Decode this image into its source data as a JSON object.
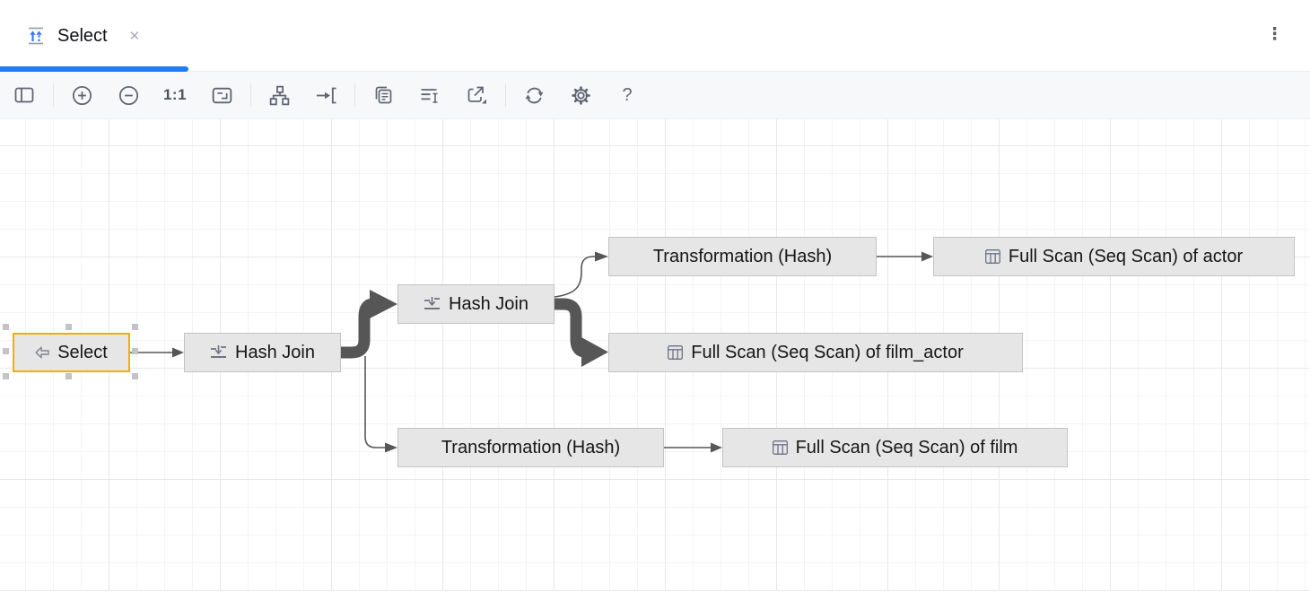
{
  "tab": {
    "title": "Select",
    "close_glyph": "✕",
    "icon": "execution-plan-icon"
  },
  "window_menu": {
    "kebab_glyph": "⋮"
  },
  "toolbar": {
    "buttons": [
      {
        "name": "toggle-left-panel",
        "icon": "panel-left-icon"
      },
      {
        "name": "zoom-in",
        "icon": "zoom-in-icon"
      },
      {
        "name": "zoom-out",
        "icon": "zoom-out-icon"
      },
      {
        "name": "actual-size",
        "label": "1:1"
      },
      {
        "name": "fit-content",
        "icon": "fit-content-icon"
      },
      {
        "name": "apply-layout",
        "icon": "hierarchy-layout-icon"
      },
      {
        "name": "scroll-to-node",
        "icon": "scroll-to-icon"
      },
      {
        "name": "copy-diagram",
        "icon": "copy-icon"
      },
      {
        "name": "text-options",
        "icon": "text-lines-icon"
      },
      {
        "name": "export-diagram",
        "icon": "export-icon"
      },
      {
        "name": "refresh",
        "icon": "refresh-icon"
      },
      {
        "name": "settings",
        "icon": "gear-icon"
      },
      {
        "name": "help",
        "label": "?"
      }
    ],
    "actual_size_label": "1:1",
    "help_label": "?"
  },
  "diagram": {
    "nodes": [
      {
        "id": "select",
        "label": "Select",
        "icon": "select-arrow-icon",
        "selected": true
      },
      {
        "id": "hash_join_1",
        "label": "Hash Join",
        "icon": "join-icon",
        "selected": false
      },
      {
        "id": "hash_join_2",
        "label": "Hash Join",
        "icon": "join-icon",
        "selected": false
      },
      {
        "id": "transformation_hash_top",
        "label": "Transformation (Hash)",
        "icon": null,
        "selected": false
      },
      {
        "id": "full_scan_actor",
        "label": "Full Scan (Seq Scan) of actor",
        "icon": "table-icon",
        "selected": false
      },
      {
        "id": "full_scan_film_actor",
        "label": "Full Scan (Seq Scan) of film_actor",
        "icon": "table-icon",
        "selected": false
      },
      {
        "id": "transformation_hash_bottom",
        "label": "Transformation (Hash)",
        "icon": null,
        "selected": false
      },
      {
        "id": "full_scan_film",
        "label": "Full Scan (Seq Scan) of film",
        "icon": "table-icon",
        "selected": false
      }
    ],
    "edges": [
      {
        "from": "select",
        "to": "hash_join_1",
        "weight": "thin"
      },
      {
        "from": "hash_join_1",
        "to": "hash_join_2",
        "weight": "thick"
      },
      {
        "from": "hash_join_1",
        "to": "transformation_hash_bottom",
        "weight": "thin"
      },
      {
        "from": "hash_join_2",
        "to": "transformation_hash_top",
        "weight": "thin"
      },
      {
        "from": "hash_join_2",
        "to": "full_scan_film_actor",
        "weight": "thick"
      },
      {
        "from": "transformation_hash_top",
        "to": "full_scan_actor",
        "weight": "thin"
      },
      {
        "from": "transformation_hash_bottom",
        "to": "full_scan_film",
        "weight": "thin"
      }
    ]
  },
  "colors": {
    "accent_blue": "#1f7cf5",
    "selection_gold": "#f0b000",
    "node_fill": "#e6e6e6",
    "node_border": "#c3c3c3",
    "edge_gray": "#565656",
    "toolbar_icon": "#5f6673",
    "grid_minor": "#f3f4f5",
    "grid_major": "#e7e8ea"
  }
}
